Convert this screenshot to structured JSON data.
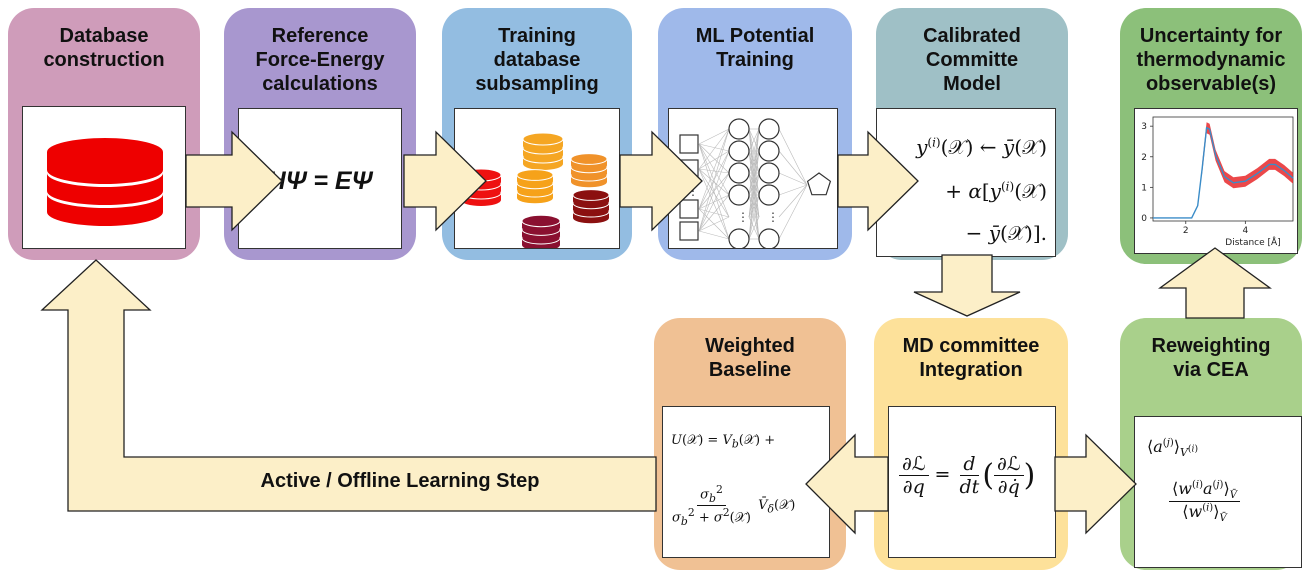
{
  "stages": {
    "database_construction": {
      "title": "Database\nconstruction",
      "color": "#cf9cba"
    },
    "reference_calculations": {
      "title": "Reference\nForce-Energy\ncalculations",
      "color": "#a897cf",
      "equation": "HΨ = EΨ"
    },
    "training_subsampling": {
      "title": "Training\ndatabase\nsubsampling",
      "color": "#93bde1"
    },
    "ml_potential_training": {
      "title": "ML Potential\nTraining",
      "color": "#9fb9ea"
    },
    "calibrated_committee": {
      "title": "Calibrated\nCommitte\nModel",
      "color": "#9fc0c6",
      "equation": [
        "y(i)(𝒳) ← ȳ(𝒳)",
        "+ α[y(i)(𝒳)",
        "− ȳ(𝒳)]"
      ]
    },
    "uncertainty_observables": {
      "title": "Uncertainty for\nthermodynamic\nobservable(s)",
      "color": "#8cc07a"
    },
    "weighted_baseline": {
      "title": "Weighted\nBaseline",
      "color": "#f0c194",
      "equation": [
        "U(𝒳) = Vb(𝒳) +",
        "σb²",
        "σb² + σ²(𝒳)",
        "V̄δ(𝒳)"
      ]
    },
    "md_committee_integration": {
      "title": "MD committee\nIntegration",
      "color": "#fde19a",
      "equation": [
        "∂ℒ",
        "∂q",
        "=",
        "d",
        "dt",
        "∂ℒ",
        "∂q̇"
      ]
    },
    "reweighting_cea": {
      "title": "Reweighting\nvia CEA",
      "color": "#a9d08b",
      "equation": [
        "⟨a(j)⟩V(i)",
        "⟨w(i)a(j)⟩V̄",
        "⟨w(i)⟩V̄"
      ]
    }
  },
  "loop": {
    "label": "Active / Offline Learning Step"
  },
  "colors": {
    "arrow_fill": "#fcefc8",
    "arrow_stroke": "#222222",
    "db_red": "#ee0000"
  },
  "chart_data": {
    "type": "line",
    "xlabel": "Distance [Å]",
    "xticks": [
      2,
      4
    ],
    "yticks": [
      0,
      1,
      2,
      3
    ],
    "xlim": [
      0.9,
      5.6
    ],
    "ylim": [
      -0.1,
      3.3
    ],
    "grid": false,
    "series": [
      {
        "x": [
          0.9,
          2.2,
          2.4,
          2.55,
          2.7,
          2.8,
          3.0,
          3.3,
          3.6,
          4.0,
          4.4,
          4.8,
          5.0,
          5.3,
          5.6
        ],
        "values": [
          0.0,
          0.0,
          0.4,
          1.6,
          2.95,
          2.9,
          2.05,
          1.35,
          1.15,
          1.2,
          1.45,
          1.75,
          1.75,
          1.55,
          1.3
        ]
      }
    ]
  }
}
